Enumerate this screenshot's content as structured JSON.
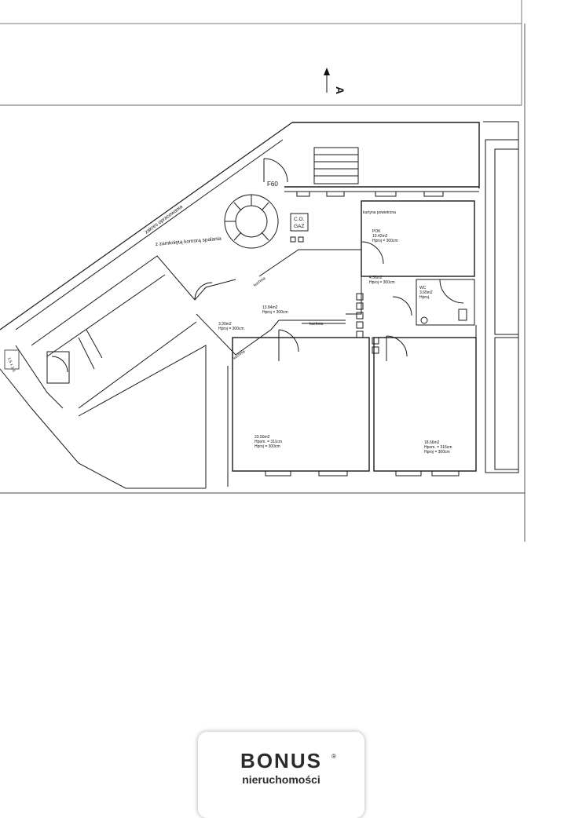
{
  "plan": {
    "north_marker": "A",
    "labels": {
      "f60": "F60",
      "co": "C.O.",
      "gaz": "GAZ",
      "kurtyna": "kurtyna powietrzna",
      "zakres": "zakres opracowania",
      "komora": "z zamkniętą komorą spalania",
      "kuchnia_1": "kuchnia",
      "kuchnia_2": "kuchnia",
      "kuchnia_3": "kuchnia",
      "side_note": "1.5 x 1.5"
    },
    "rooms": {
      "pok": {
        "name": "POK",
        "area": "10.42m2",
        "hproj": "Hproj = 300cm"
      },
      "hall": {
        "area": "4.56m2",
        "hproj": "Hproj = 300cm"
      },
      "wc": {
        "name": "WC",
        "area": "3.65m2",
        "hproj": "Hproj."
      },
      "main": {
        "area": "13.84m2",
        "hproj": "Hproj = 300cm"
      },
      "small": {
        "area": "3.30m2",
        "hproj": "Hproj = 300cm"
      },
      "big": {
        "area": "23.50m2",
        "hpom": "Hpom. = 311cm",
        "hproj": "Hproj = 300cm"
      },
      "right": {
        "area": "18.66m2",
        "hpom": "Hpom. = 316cm",
        "hproj": "Hproj = 300cm"
      }
    }
  },
  "logo": {
    "brand": "BONUS",
    "reg": "®",
    "subtitle": "nieruchomości"
  }
}
